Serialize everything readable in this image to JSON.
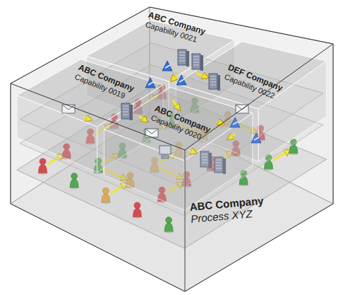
{
  "diagram": {
    "nodes": [
      {
        "text": [
          "ABC Company",
          "Process XYZ"
        ]
      },
      {
        "text": [
          "ABC Company",
          "Capability 0021"
        ],
        "in": 0
      },
      {
        "text": [
          "ABC Company",
          "Capability 0019"
        ],
        "in": 0
      },
      {
        "text": [
          "DEF Company",
          "Capability 0022"
        ],
        "in": 0
      },
      {
        "text": [
          "ABC Company",
          "Capability 0020"
        ],
        "in": 0
      }
    ]
  }
}
